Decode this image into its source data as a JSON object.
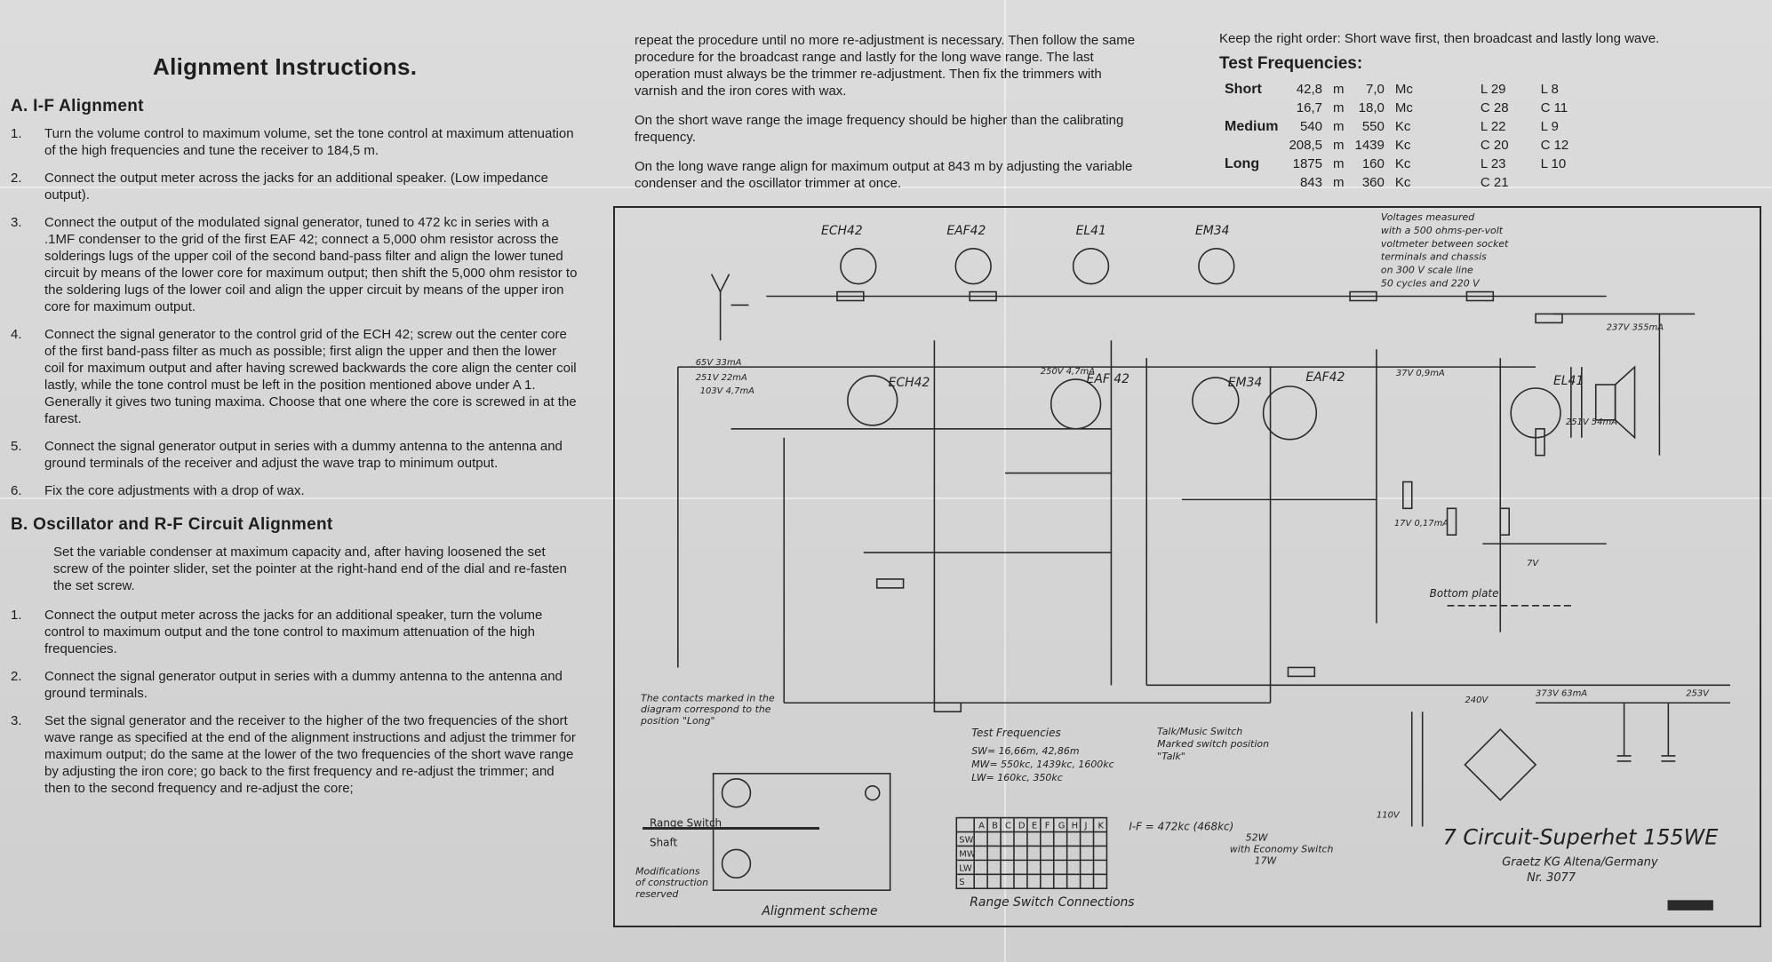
{
  "left": {
    "title": "Alignment Instructions.",
    "section_a": "A.  I-F Alignment",
    "a_items": [
      {
        "n": "1.",
        "t": "Turn the volume control to maximum volume, set the tone control at maximum attenuation of the high frequencies and tune the receiver to 184,5 m."
      },
      {
        "n": "2.",
        "t": "Connect the output meter across the jacks for an additional speaker. (Low impedance output)."
      },
      {
        "n": "3.",
        "t": "Connect the output of the modulated signal generator, tuned to 472 kc in series with a .1MF condenser to the grid of the first EAF 42; connect a 5,000 ohm resistor across the solderings lugs of the upper coil of the second band-pass filter and align the lower tuned circuit by means of the lower core for maximum output; then shift the 5,000 ohm resistor to the soldering lugs of the lower coil and align the upper circuit by means of the upper iron core for maximum output."
      },
      {
        "n": "4.",
        "t": "Connect the signal generator to the control grid of the ECH 42; screw out the center core of the first band-pass filter as much as possible; first align the upper and then the lower coil for maximum output and after having screwed backwards the core align the center coil lastly, while the tone control must be left in the position mentioned above under A 1.  Generally it gives two tuning maxima. Choose that one where the core is screwed in at the farest."
      },
      {
        "n": "5.",
        "t": "Connect the signal generator output in series with a dummy antenna to the antenna and ground terminals of the receiver and adjust the wave trap to minimum output."
      },
      {
        "n": "6.",
        "t": "Fix the core adjustments with a drop of wax."
      }
    ],
    "section_b": "B.  Oscillator and R-F Circuit Alignment",
    "b_intro": "Set the variable condenser at maximum capacity and, after having loosened the set screw of the pointer slider, set the pointer at the right-hand end of the dial and re-fasten the set screw.",
    "b_items": [
      {
        "n": "1.",
        "t": "Connect the output meter across the jacks for an additional speaker, turn the volume control to maximum output and the tone control to maximum attenuation of the high frequencies."
      },
      {
        "n": "2.",
        "t": "Connect the signal generator output in series with a dummy antenna to the antenna and ground terminals."
      },
      {
        "n": "3.",
        "t": "Set the signal generator and the receiver to the higher of the two frequencies of the short wave range as specified at the end of the alignment instructions and adjust the trimmer for maximum output; do the same at the lower of the two frequencies of the short wave range by adjusting the iron core; go back to the first frequency and re-adjust the trimmer; and then to the second frequency and re-adjust the core;"
      }
    ]
  },
  "middle": {
    "p1": "repeat the procedure until no more re-adjustment is necessary. Then follow the same procedure for the broadcast range and lastly for the long wave range.  The last operation must always be the trimmer re-adjustment. Then fix the trimmers with varnish and the iron cores with wax.",
    "p2": "On the short wave range the image frequency should be higher than the calibrating frequency.",
    "p3": "On the long wave range align for maximum output at 843 m by adjusting the variable condenser and the oscillator trimmer at once."
  },
  "right": {
    "order_note": "Keep the right order: Short wave first, then broadcast and lastly long wave.",
    "tf_title": "Test Frequencies:",
    "rows": [
      {
        "band": "Short",
        "m": "42,8",
        "mu": "m",
        "f": "7,0",
        "fu": "Mc",
        "c1": "L 29",
        "c2": "L  8"
      },
      {
        "band": "",
        "m": "16,7",
        "mu": "m",
        "f": "18,0",
        "fu": "Mc",
        "c1": "C 28",
        "c2": "C 11"
      },
      {
        "band": "Medium",
        "m": "540",
        "mu": "m",
        "f": "550",
        "fu": "Kc",
        "c1": "L 22",
        "c2": "L  9"
      },
      {
        "band": "",
        "m": "208,5",
        "mu": "m",
        "f": "1439",
        "fu": "Kc",
        "c1": "C 20",
        "c2": "C 12"
      },
      {
        "band": "Long",
        "m": "1875",
        "mu": "m",
        "f": "160",
        "fu": "Kc",
        "c1": "L 23",
        "c2": "L 10"
      },
      {
        "band": "",
        "m": "843",
        "mu": "m",
        "f": "360",
        "fu": "Kc",
        "c1": "C 21",
        "c2": ""
      }
    ]
  },
  "schematic": {
    "voltage_note": [
      "Voltages measured",
      "with a 500 ohms-per-volt",
      "voltmeter between socket",
      "terminals and chassis",
      "on 300 V scale line",
      "50 cycles and 220 V"
    ],
    "tubes": [
      "ECH42",
      "EAF42",
      "EL41",
      "EM34"
    ],
    "circuit_tubes": [
      "ECH42",
      "EAF 42",
      "EM34",
      "EAF42",
      "EL41"
    ],
    "test_freq_title": "Test Frequencies",
    "test_freqs": [
      "SW= 16,66m, 42,86m",
      "MW= 550kc, 1439kc, 1600kc",
      "LW= 160kc, 350kc"
    ],
    "if_note": "I-F = 472kc (468kc)",
    "contacts_note": [
      "The contacts marked in the",
      "diagram correspond to the",
      "position \"Long\""
    ],
    "talk_note": [
      "Talk/Music Switch",
      "Marked switch position",
      "\"Talk\""
    ],
    "bottom_plate": "Bottom plate",
    "model_title": "7 Circuit-Superhet 155WE",
    "maker": "Graetz KG Altena/Germany",
    "number": "Nr. 3077",
    "align_scheme": "Alignment  scheme",
    "range_switch_conn": "Range Switch Connections",
    "range_switch": "Range Switch",
    "shaft": "Shaft",
    "modifications": [
      "Modifications",
      "of construction",
      "reserved"
    ],
    "watts": [
      "52W",
      "with Economy Switch",
      "17W"
    ],
    "switch_cols": [
      "A",
      "B",
      "C",
      "D",
      "E",
      "F",
      "G",
      "H",
      "J",
      "K"
    ],
    "switch_rows": [
      "SW",
      "MW",
      "LW",
      "S"
    ],
    "volts": [
      "65V 33mA",
      "251V 22mA",
      "103V 4,7mA",
      "250V 4,7mA",
      "237V 355mA",
      "251V 54mA",
      "373V 63mA",
      "253V",
      "7V",
      "17V 0,17mA",
      "37V 0,9mA",
      "240V",
      "110V"
    ]
  }
}
